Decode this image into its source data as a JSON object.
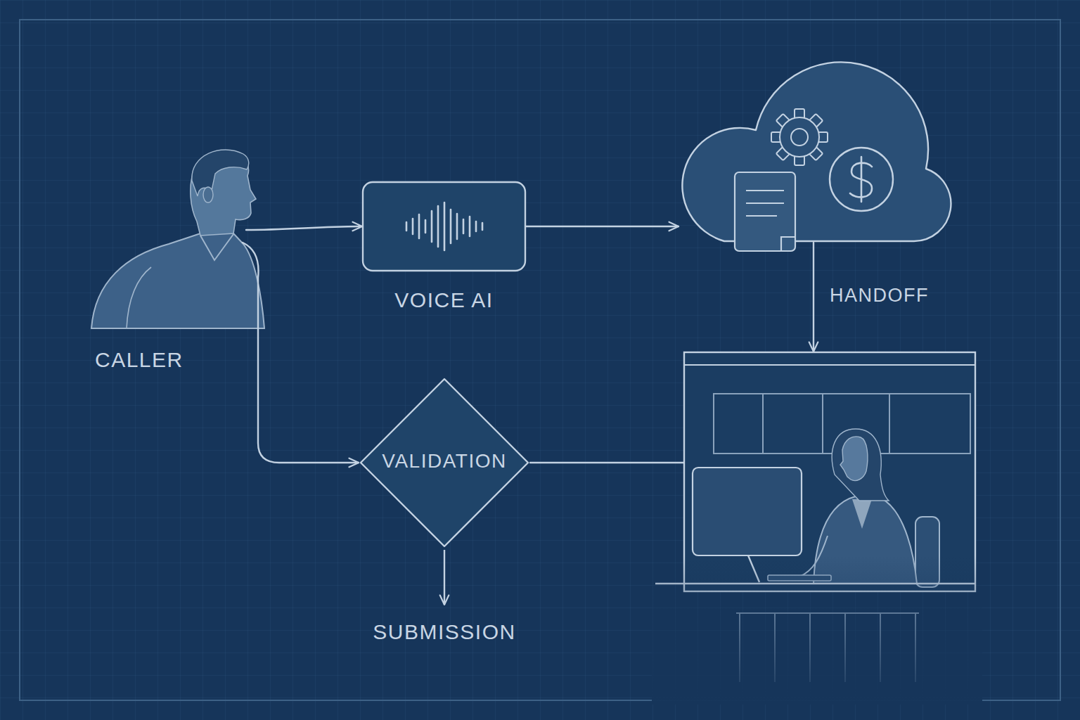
{
  "diagram": {
    "nodes": [
      {
        "text": [
          "CALLER"
        ]
      },
      {
        "text": [
          "VOICE AI"
        ]
      },
      {
        "text": []
      },
      {
        "text": [
          "VALIDATION"
        ]
      },
      {
        "text": []
      }
    ],
    "edges": [
      {
        "from": 0,
        "to": 1,
        "arrow": "to"
      },
      {
        "from": 1,
        "to": 2,
        "arrow": "to"
      },
      {
        "from": 2,
        "to": 4,
        "label": "HANDOFF",
        "arrow": "to"
      },
      {
        "from": 0,
        "to": 3,
        "arrow": "to"
      },
      {
        "from": 3,
        "to": 4,
        "arrow": "none"
      }
    ],
    "labels": [
      "SUBMISSION"
    ]
  }
}
